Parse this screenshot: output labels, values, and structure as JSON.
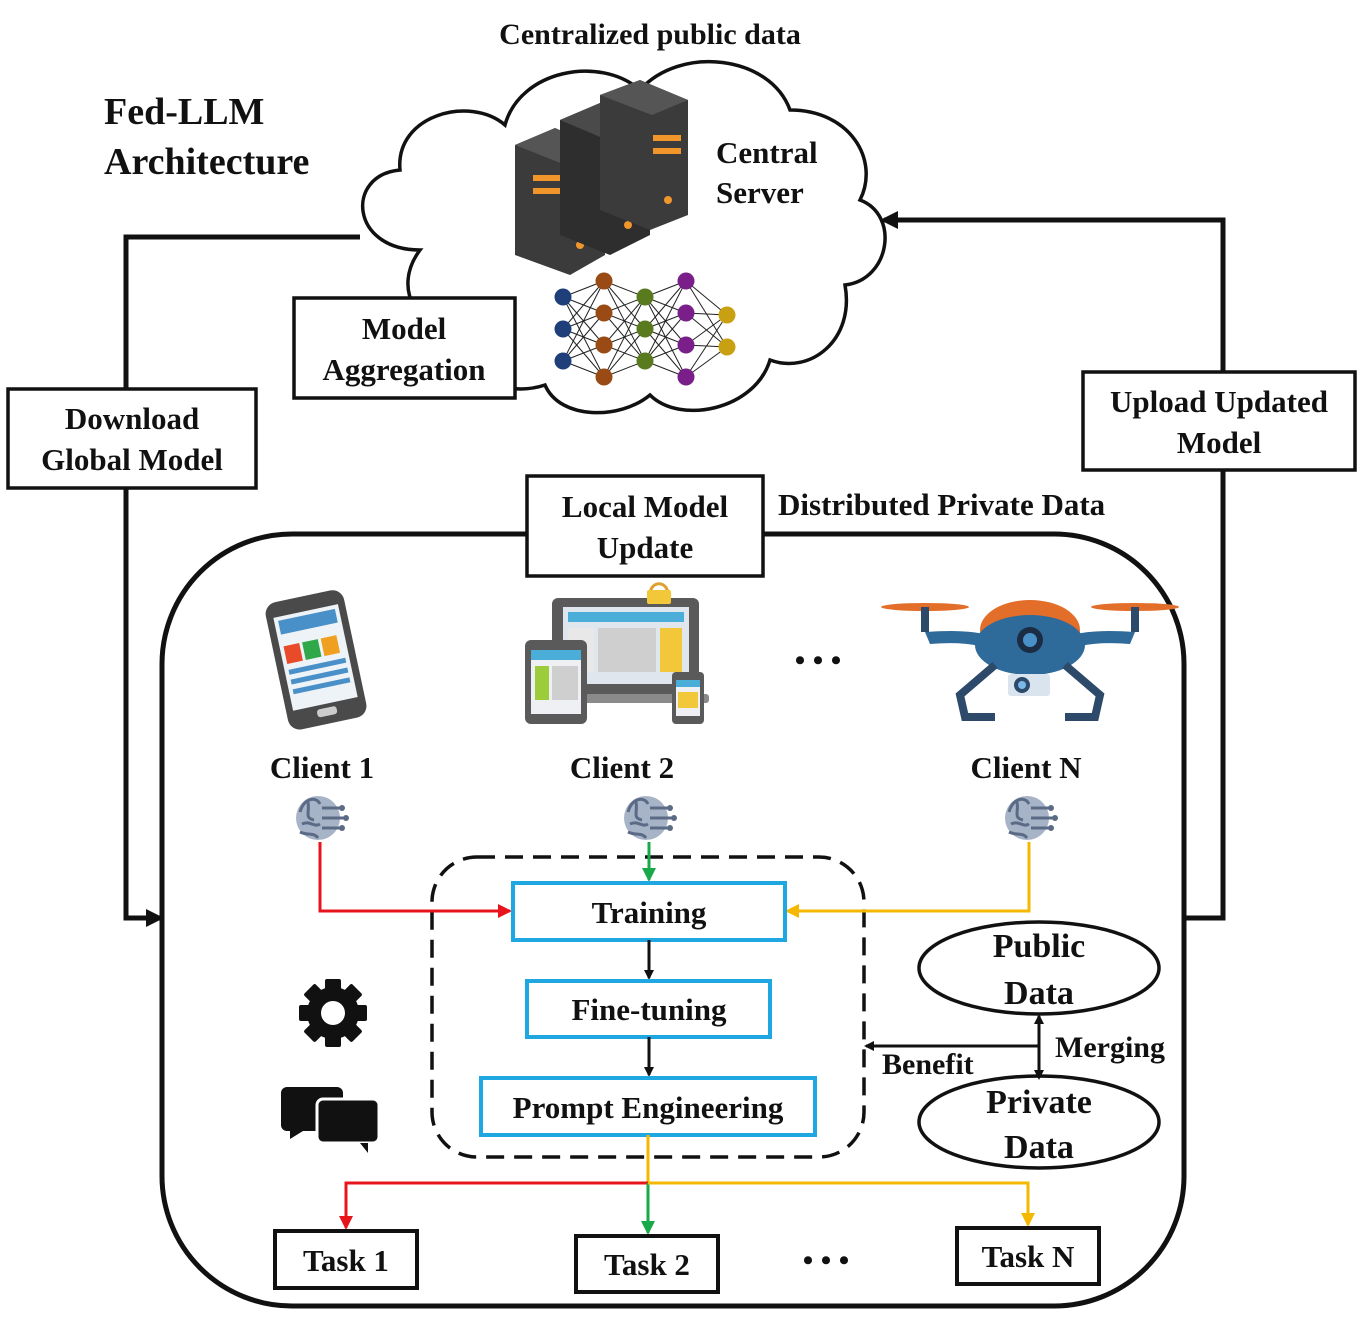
{
  "title": {
    "line1": "Fed-LLM",
    "line2": "Architecture"
  },
  "cloud": {
    "header": "Centralized public data",
    "server_label": {
      "line1": "Central",
      "line2": "Server"
    }
  },
  "boxes": {
    "model_aggregation": {
      "line1": "Model",
      "line2": "Aggregation"
    },
    "download_global": {
      "line1": "Download",
      "line2": "Global Model"
    },
    "upload_updated": {
      "line1": "Upload Updated",
      "line2": "Model"
    },
    "local_update": {
      "line1": "Local Model",
      "line2": "Update"
    }
  },
  "distributed_label": "Distributed Private Data",
  "clients": [
    {
      "name": "Client 1",
      "device": "smartphone",
      "color": "#e8141b"
    },
    {
      "name": "Client 2",
      "device": "tablet-laptop-phone",
      "color": "#19a84a"
    },
    {
      "name": "Client N",
      "device": "drone",
      "color": "#f5b800"
    }
  ],
  "ellipsis": "• • •",
  "pipeline": [
    "Training",
    "Fine-tuning",
    "Prompt Engineering"
  ],
  "data_nodes": {
    "public": {
      "line1": "Public",
      "line2": "Data"
    },
    "private": {
      "line1": "Private",
      "line2": "Data"
    },
    "merging": "Merging",
    "benefit": "Benefit"
  },
  "tasks": [
    "Task 1",
    "Task 2",
    "Task N"
  ],
  "colors": {
    "pipeline_border": "#1ea7e1",
    "red": "#e8141b",
    "green": "#19a84a",
    "yellow": "#f5b800",
    "server_dark": "#3b3b3b",
    "server_stripe": "#f0962a",
    "nn_blue": "#1f3f7a",
    "nn_brown": "#9a4a14",
    "nn_green": "#5a7a1f",
    "nn_purple": "#7a1f8a",
    "nn_gold": "#c9a012"
  }
}
